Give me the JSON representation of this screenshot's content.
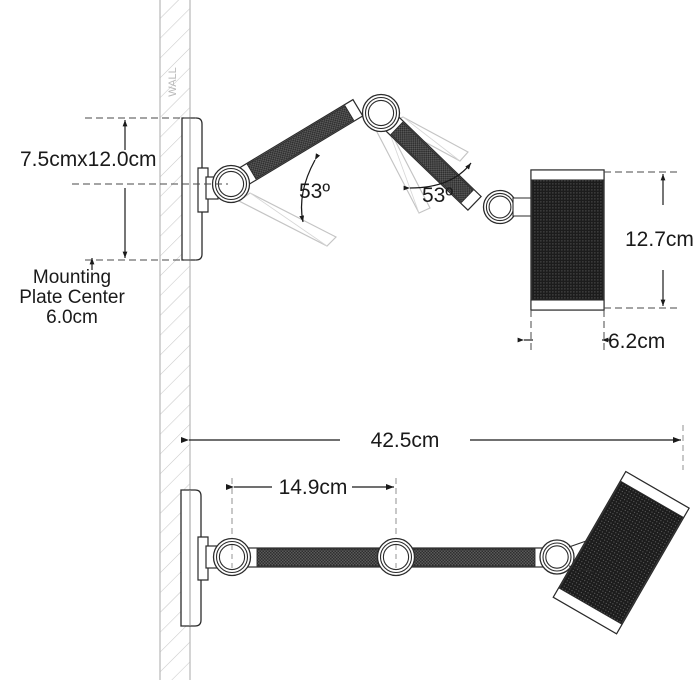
{
  "drawing": {
    "title": "Wall-mounted articulating lamp technical drawing",
    "background_color": "#ffffff",
    "line_color": "#1a1a1a",
    "ghost_color": "#c8c8c8",
    "wall_hatch_color": "#c9c9c9",
    "arm_texture_color": "#4a4a4a",
    "head_texture_color": "#262626"
  },
  "labels": {
    "wall": "WALL",
    "plate_size": "7.5cmx12.0cm",
    "mounting_plate_line1": "Mounting",
    "mounting_plate_line2": "Plate Center",
    "mounting_plate_line3": "6.0cm",
    "angle_joint1": "53º",
    "angle_joint2": "53º",
    "head_height": "12.7cm",
    "head_width": "6.2cm",
    "total_reach": "42.5cm",
    "segment_length": "14.9cm"
  },
  "dimensions": {
    "plate_width_cm": 7.5,
    "plate_height_cm": 12.0,
    "mounting_plate_center_cm": 6.0,
    "joint_angle_deg": 53,
    "head_height_cm": 12.7,
    "head_width_cm": 6.2,
    "total_reach_cm": 42.5,
    "arm_segment_cm": 14.9
  },
  "views": {
    "top_view_name": "side-elevation-folded",
    "bottom_view_name": "plan-view-extended"
  }
}
